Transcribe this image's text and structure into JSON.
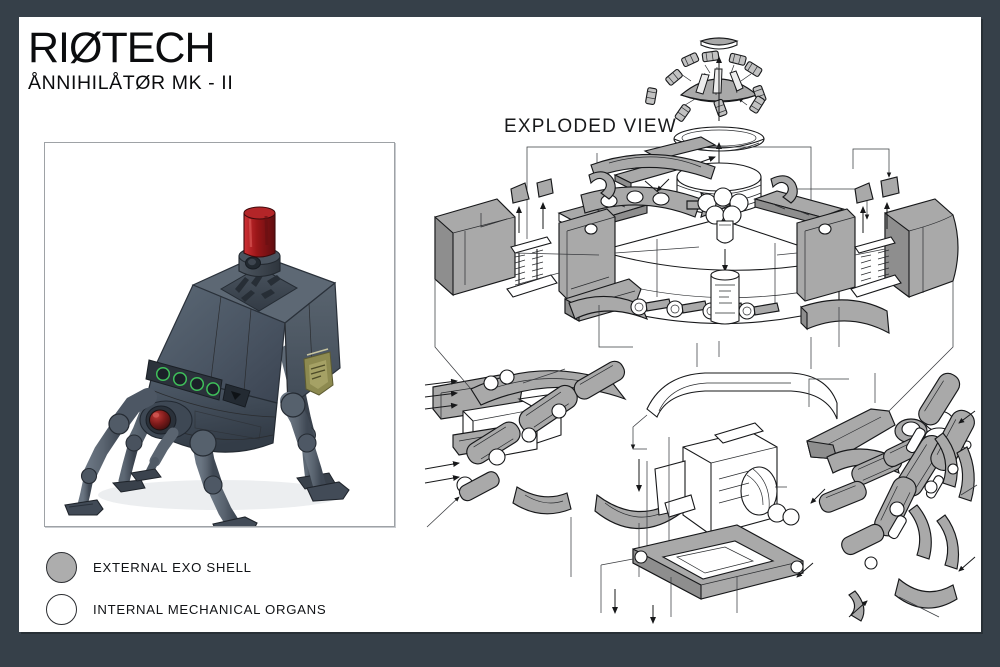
{
  "sheet": {
    "border_color": "#364049",
    "page_color": "#ffffff"
  },
  "title_block": {
    "brand": "RIØTECH",
    "model": "ÅNNIHILÅTØR MK - II"
  },
  "exploded": {
    "caption": "EXPLODED VIEW"
  },
  "render_panel": {
    "subject": "quadruped-security-robot",
    "beacon_color": "#a21c1f",
    "body_color": "#4b5663",
    "body_shadow_color": "#39424e",
    "sensor_color": "#3fbf5a",
    "eye_color": "#8c1c1c",
    "emblem_color": "#8d8a50"
  },
  "legend": {
    "items": [
      {
        "label": "EXTERNAL EXO SHELL",
        "swatch": "#adadad",
        "swatch_name": "filled-gray-circle"
      },
      {
        "label": "INTERNAL MECHANICAL ORGANS",
        "swatch": "#ffffff",
        "swatch_name": "hollow-white-circle"
      }
    ]
  }
}
